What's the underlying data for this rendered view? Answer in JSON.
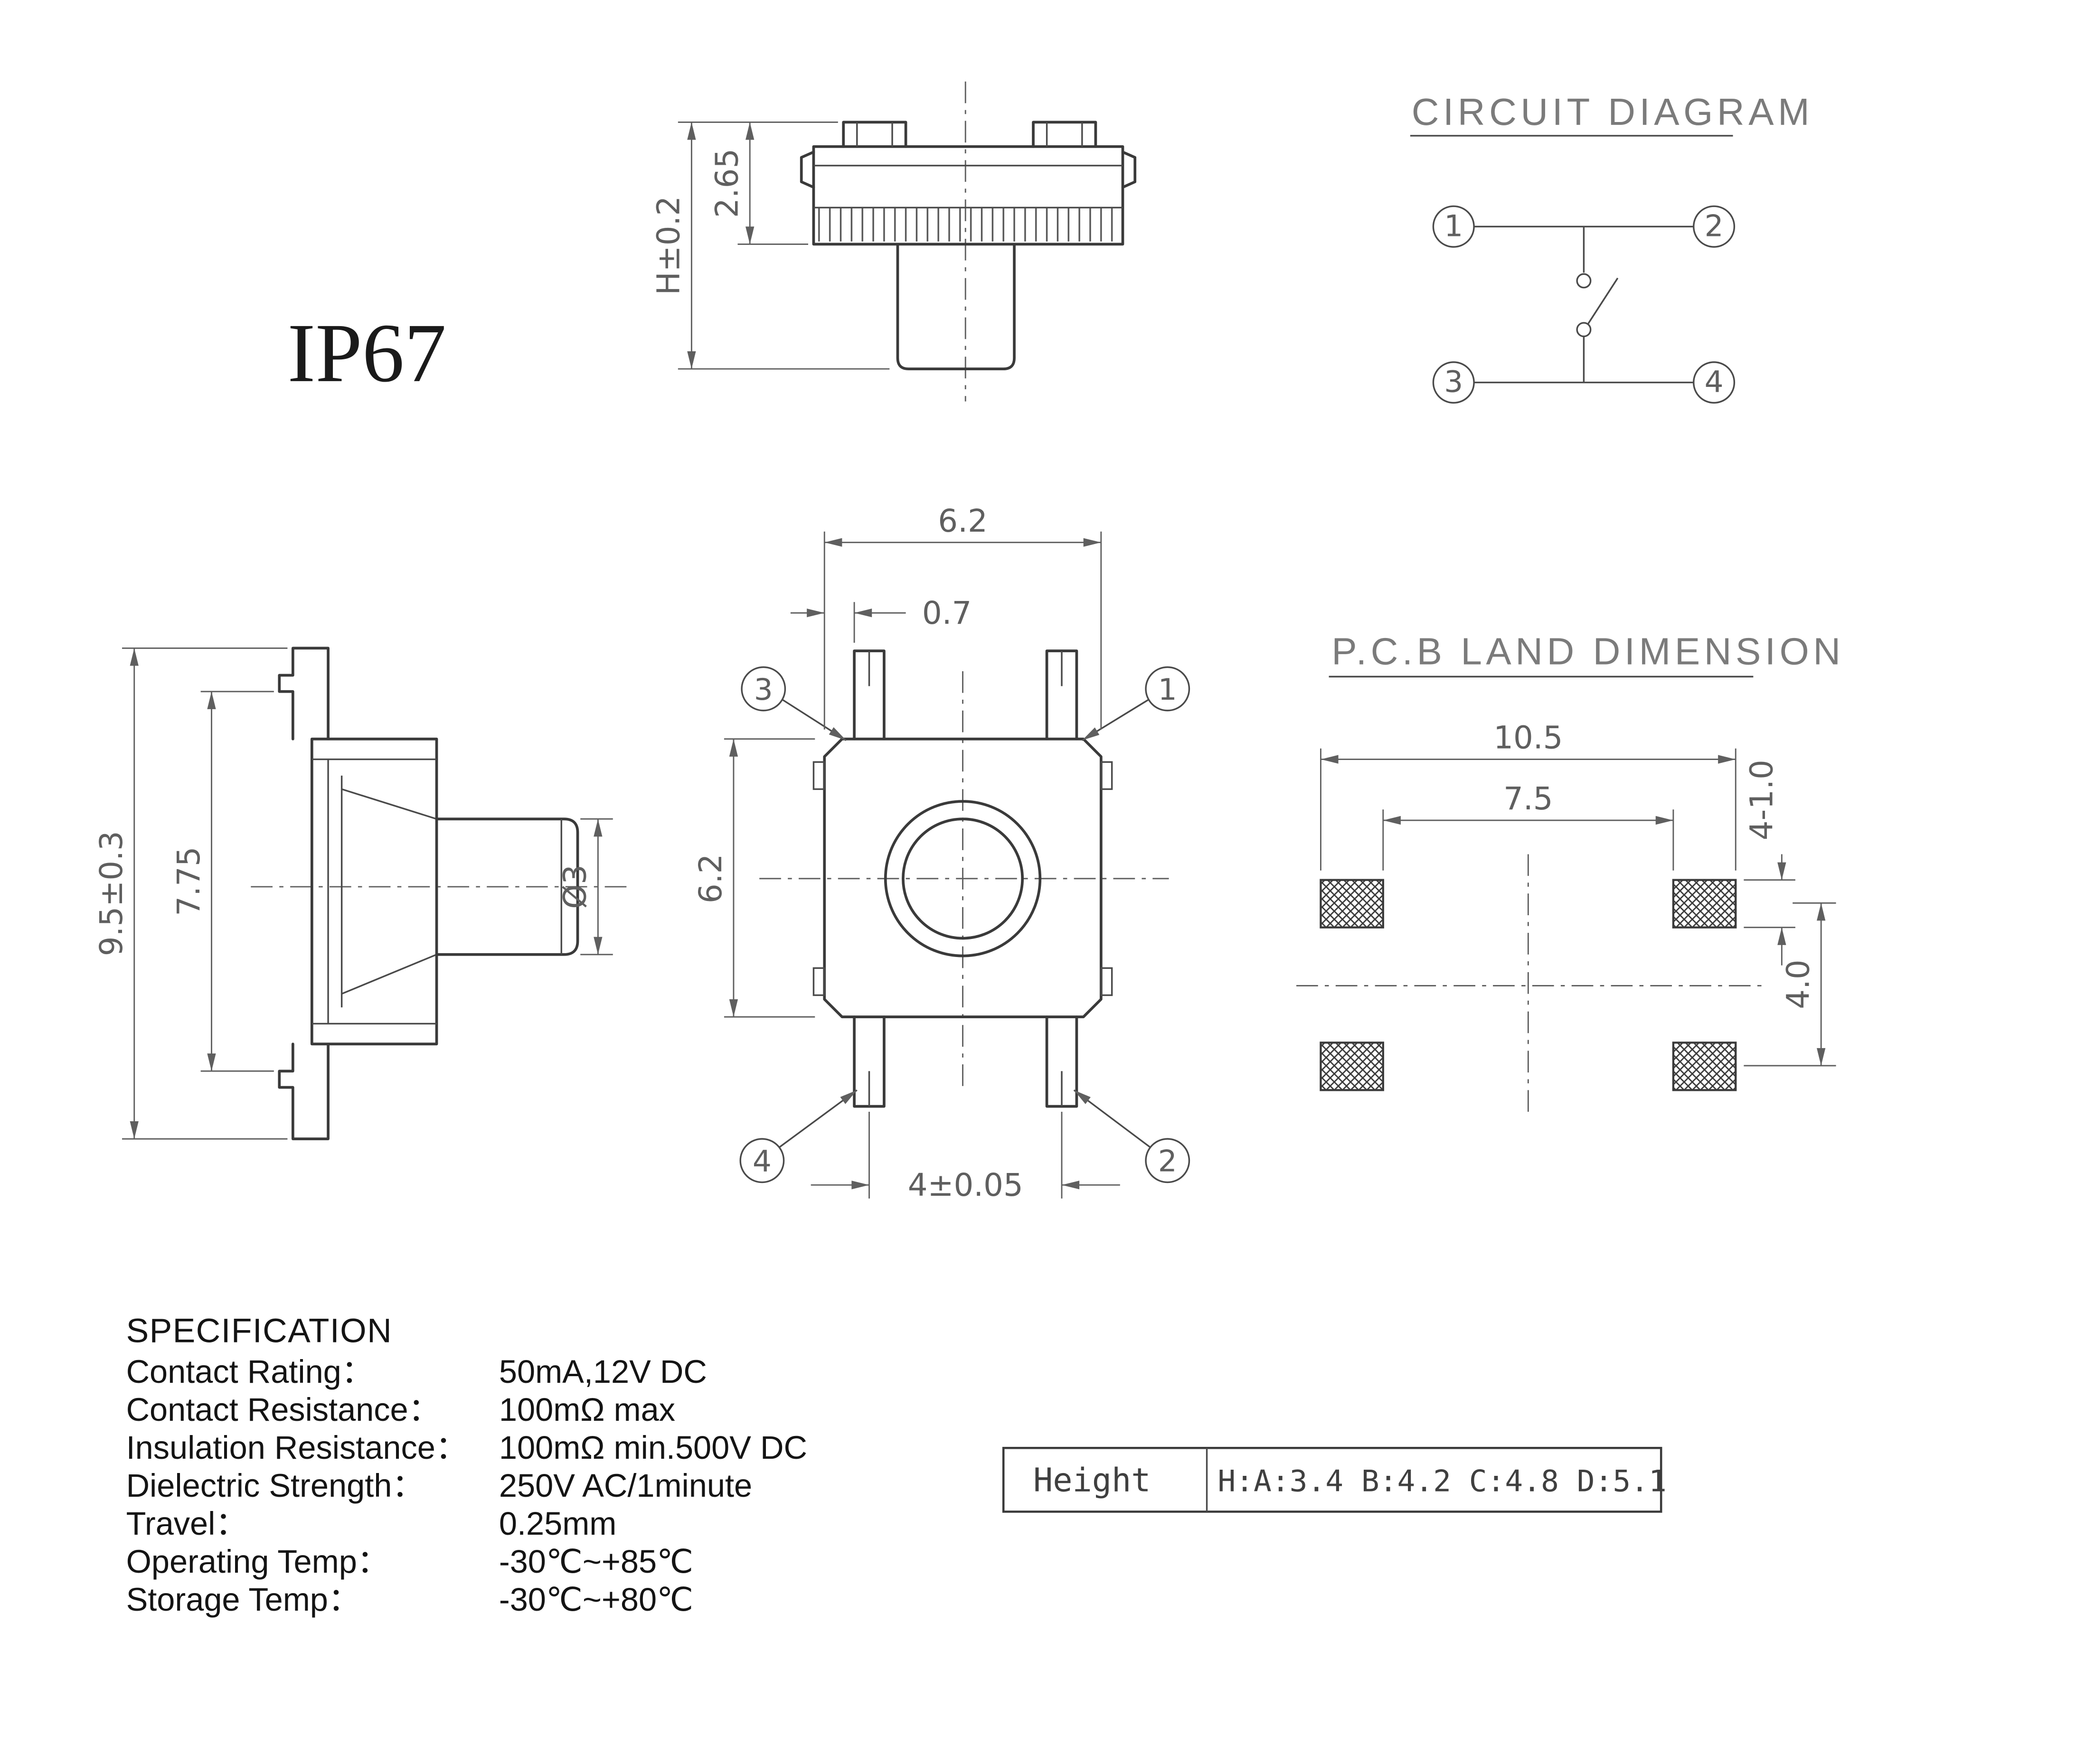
{
  "ip_rating": "IP67",
  "front_view": {
    "dim_cover_height": "2.65",
    "dim_total_height": "H±0.2"
  },
  "circuit": {
    "title": "CIRCUIT DIAGRAM",
    "terminal_1": "1",
    "terminal_2": "2",
    "terminal_3": "3",
    "terminal_4": "4"
  },
  "top_view": {
    "dim_body_width": "6.2",
    "dim_pin_offset": "0.7",
    "dim_body_height": "6.2",
    "dim_pin_pitch": "4±0.05",
    "callout_top_left": "3",
    "callout_top_right": "1",
    "callout_bottom_left": "4",
    "callout_bottom_right": "2"
  },
  "side_view": {
    "dim_overall_height": "9.5±0.3",
    "dim_inner_height": "7.75",
    "dim_stem_diameter": "Ø3"
  },
  "pcb_land": {
    "title": "P.C.B LAND DIMENSION",
    "dim_outer_width": "10.5",
    "dim_inner_width": "7.5",
    "dim_pad_size": "4-1.0",
    "dim_row_pitch": "4.0"
  },
  "specification": {
    "title": "SPECIFICATION",
    "rows": [
      {
        "label": "Contact  Rating：",
        "value": "50mA,12V DC"
      },
      {
        "label": "Contact  Resistance：",
        "value": "100mΩ max"
      },
      {
        "label": "Insulation Resistance：",
        "value": "100mΩ min.500V DC"
      },
      {
        "label": "Dielectric  Strength：",
        "value": "250V AC/1minute"
      },
      {
        "label": "Travel：",
        "value": "0.25mm"
      },
      {
        "label": "Operating Temp：",
        "value": "-30℃~+85℃"
      },
      {
        "label": "Storage Temp：",
        "value": "-30℃~+80℃"
      }
    ]
  },
  "height_table": {
    "label": "Height",
    "value": "H:A:3.4 B:4.2 C:4.8 D:5.1"
  }
}
